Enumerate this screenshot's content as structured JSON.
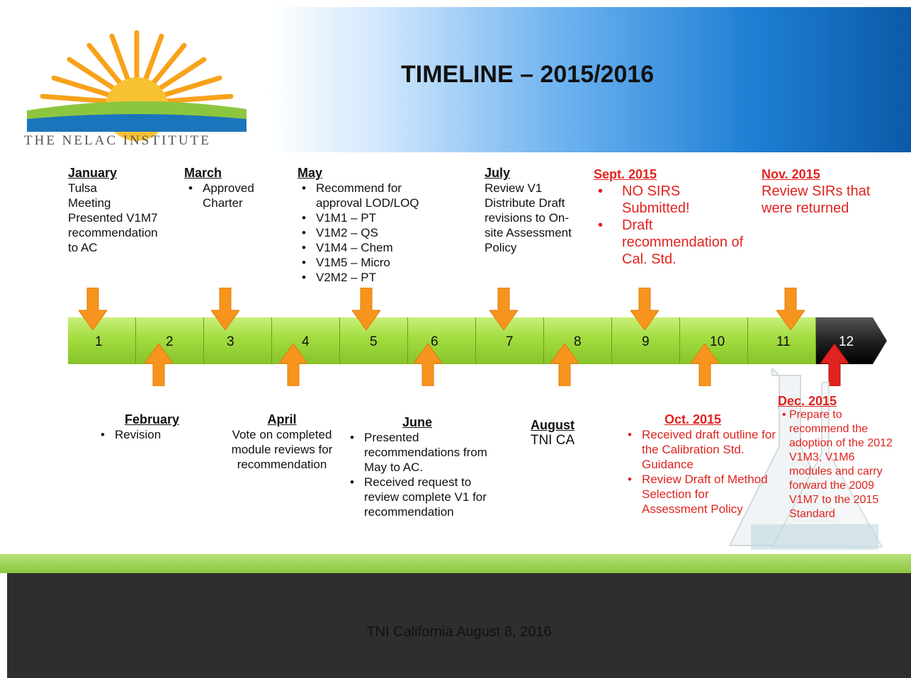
{
  "title": "TIMELINE – 2015/2016",
  "logo_text": "THE NELAC INSTITUTE",
  "months_top": [
    {
      "head": "January",
      "lines": [
        "Tulsa",
        "Meeting",
        "Presented V1M7",
        "recommendation",
        "to AC"
      ]
    },
    {
      "head": "March",
      "bullets": [
        "Approved Charter"
      ]
    },
    {
      "head": "May",
      "bullets": [
        "Recommend for approval LOD/LOQ",
        "V1M1 – PT",
        "V1M2 – QS",
        "V1M4 – Chem",
        "V1M5 – Micro",
        "V2M2 – PT"
      ]
    },
    {
      "head": "July",
      "lines": [
        "Review V1",
        "Distribute Draft",
        "revisions to On-",
        "site Assessment",
        "Policy"
      ]
    },
    {
      "head": "Sept. 2015",
      "bullets": [
        "NO SIRS Submitted!",
        "Draft recommendation of Cal. Std."
      ]
    },
    {
      "head": "Nov. 2015",
      "lines": [
        "Review SIRs that",
        "were returned"
      ]
    }
  ],
  "months_bottom": [
    {
      "head": "February",
      "bullets": [
        "Revision"
      ]
    },
    {
      "head": "April",
      "lines": [
        "Vote on completed",
        "module reviews for",
        "recommendation"
      ]
    },
    {
      "head": "June",
      "bullets": [
        "Presented recommendations from May to AC.",
        "Received request to review complete V1 for recommendation"
      ]
    },
    {
      "head": "August",
      "lines": [
        "TNI CA"
      ]
    },
    {
      "head": "Oct. 2015",
      "bullets": [
        "Received draft outline for the Calibration Std. Guidance",
        "Review Draft of Method Selection for Assessment Policy"
      ]
    },
    {
      "head": "Dec. 2015",
      "bullets": [
        "Prepare to recommend the adoption of the 2012 V1M3, V1M6 modules and carry forward the 2009 V1M7 to the 2015 Standard"
      ]
    }
  ],
  "bar_numbers": [
    "1",
    "2",
    "3",
    "4",
    "5",
    "6",
    "7",
    "8",
    "9",
    "10",
    "11",
    "12"
  ],
  "footer": "TNI California  August 8, 2016",
  "colors": {
    "red": "#e0231e",
    "orange": "#f7941d",
    "green": "#8cc63f"
  }
}
